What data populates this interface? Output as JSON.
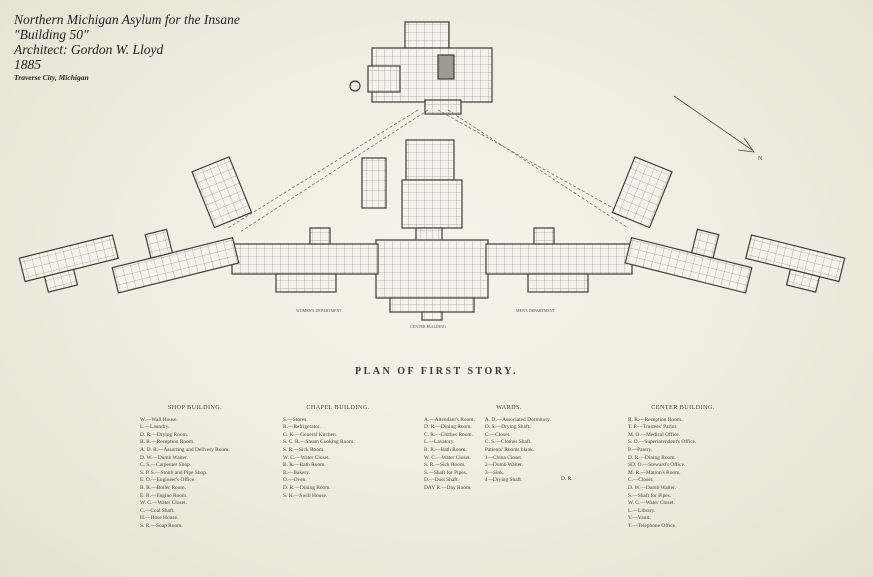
{
  "title": {
    "line1": "Northern Michigan Asylum for the Insane",
    "line2": "\"Building 50\"",
    "line3": "Architect: Gordon W. Lloyd",
    "line4": "1885",
    "location": "Traverse City, Michigan"
  },
  "plan_caption": "PLAN OF FIRST STORY.",
  "plan_labels": {
    "left_label": "WOMEN'S DEPARTMENT",
    "right_label": "MEN'S DEPARTMENT",
    "center_label": "CENTER BUILDING",
    "north": "N"
  },
  "legend": {
    "shop": {
      "heading": "SHOP BUILDING.",
      "items": [
        "W.—Wall House.",
        "L.—Laundry.",
        "D. R.—Drying Room.",
        "R. R.—Reception Room.",
        "A. D. R.—Assorting and Delivery Room.",
        "D. W.—Dumb Waiter.",
        "C. S.—Carpenter Shop.",
        "S. P. S.—Smith and Pipe Shop.",
        "E. O.—Engineer's Office.",
        "B. R.—Boiler Room.",
        "E. R.—Engine Room.",
        "W. C.—Water Closet.",
        "C.—Coal Shaft.",
        "H.—Hose House.",
        "S. R.—Soap Room."
      ]
    },
    "chapel": {
      "heading": "CHAPEL BUILDING.",
      "items": [
        "S.—Stores.",
        "R.—Refrigerator.",
        "G. K.—General Kitchen.",
        "S. C. R.—Steam Cooking Room.",
        "S. R.—Sick Room.",
        "W. C.—Water Closet.",
        "B. R.—Bath Room.",
        "B.—Bakery.",
        "O.—Oven.",
        "D. R.—Dining Room.",
        "S. H.—Swill House."
      ]
    },
    "wards": {
      "heading": "WARDS.",
      "col1": [
        "A.—Attendant's Room.",
        "D. R.—Dining Room.",
        "C. R.—Clothes Room.",
        "L.—Lavatory.",
        "B. R.—Bath Room.",
        "W. C.—Water Closet.",
        "S. R.—Sick Room.",
        "S.—Shaft for Pipes.",
        "D.—Dust Shaft.",
        "DAY R.—Day Room."
      ],
      "col2": [
        "A. D.—Associated Dormitory.",
        "D. S.—Drying Shaft.",
        "C.—Closet.",
        "C. S.—Clothes Shaft.",
        "Patients' Rooms blank.",
        "1—China Closet.",
        "2—Dumb Waiter.",
        "3—Sink.",
        "4—Drying Shaft."
      ],
      "bracket": "D. R."
    },
    "center": {
      "heading": "CENTER BUILDING.",
      "items": [
        "R. R.—Reception Room.",
        "T. P.—Trustees' Parlor.",
        "M. O.—Medical Office.",
        "S. O.—Superintendent's Office.",
        "P.—Pantry.",
        "D. R.—Dining Room.",
        "SD. O.—Steward's Office.",
        "M. R.—Matron's Room.",
        "C.—Closet.",
        "D. W.—Dumb Waiter.",
        "S.—Shaft for Pipes.",
        "W. C.—Water Closet.",
        "L.—Library.",
        "V.—Vault.",
        "T.—Telephone Office."
      ]
    }
  }
}
